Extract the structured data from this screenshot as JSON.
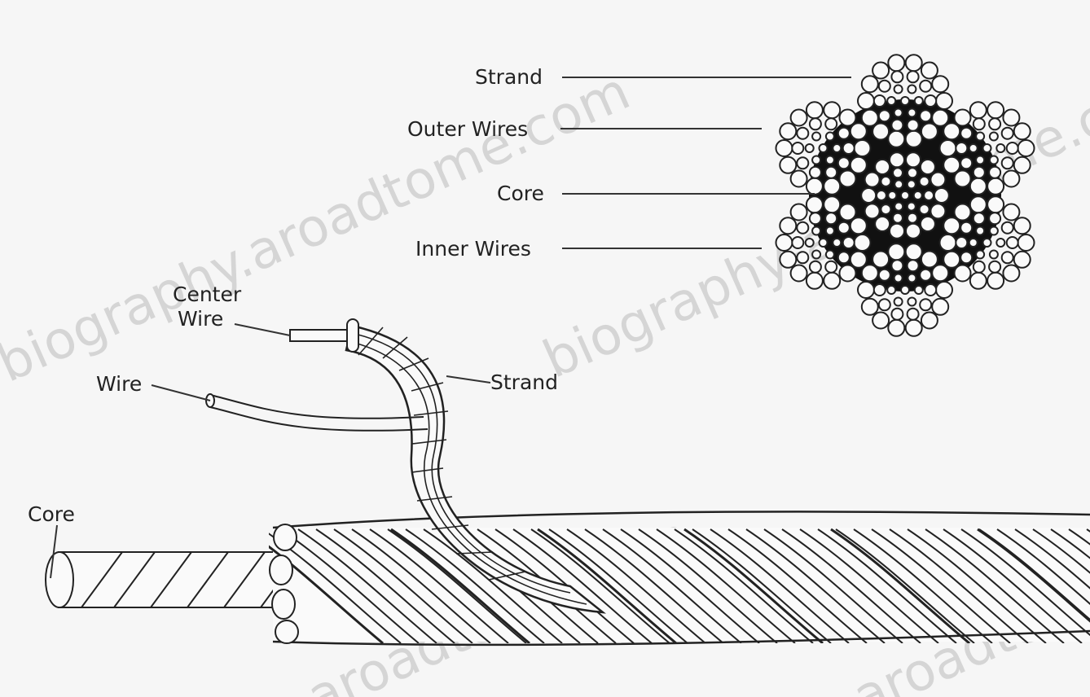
{
  "cross_section_labels": {
    "strand": "Strand",
    "outer_wires": "Outer Wires",
    "core": "Core",
    "inner_wires": "Inner Wires"
  },
  "rope_labels": {
    "center_wire_line1": "Center",
    "center_wire_line2": "Wire",
    "wire": "Wire",
    "strand": "Strand",
    "core": "Core"
  },
  "watermarks": {
    "upper_left": "biography.aroadtome.com",
    "middle": "biography-aroadtome.com",
    "bottom_middle": "aroadtome.com",
    "bottom_right": "aroadtome.com"
  }
}
